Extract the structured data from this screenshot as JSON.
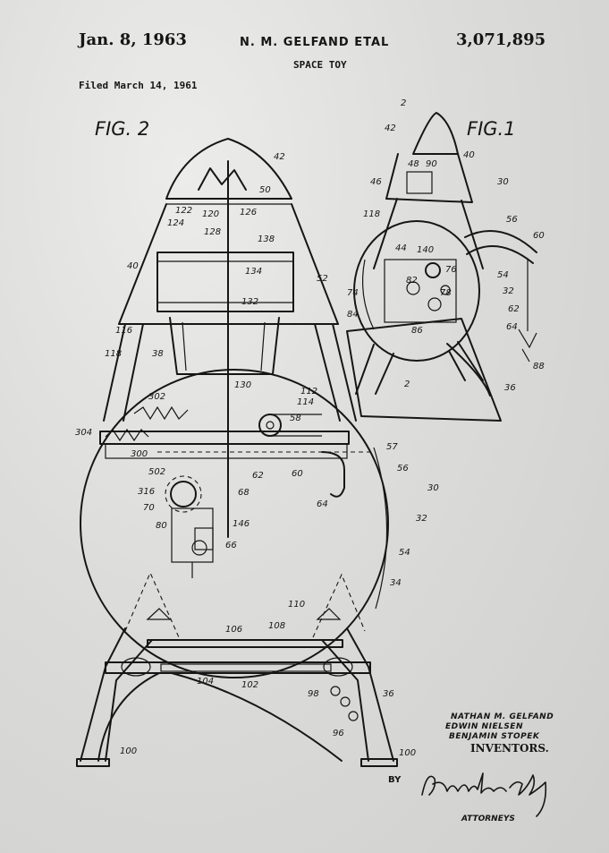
{
  "header": {
    "date": "Jan. 8, 1963",
    "inventors_short": "N. M. GELFAND ETAL",
    "patent_number": "3,071,895",
    "title": "SPACE TOY",
    "filed": "Filed March 14, 1961"
  },
  "figures": {
    "fig2_label": "FIG. 2",
    "fig1_label": "FIG.1"
  },
  "inventors": {
    "names": [
      "NATHAN M. GELFAND",
      "EDWIN NIELSEN",
      "BENJAMIN STOPEK"
    ],
    "label": "INVENTORS."
  },
  "attorneys": {
    "by": "BY",
    "signature": "Amster & Levy",
    "label": "ATTORNEYS"
  },
  "reference_numerals": {
    "fig2": [
      "42",
      "50",
      "122",
      "120",
      "126",
      "124",
      "128",
      "40",
      "138",
      "134",
      "52",
      "132",
      "116",
      "118",
      "38",
      "130",
      "112",
      "114",
      "302",
      "58",
      "304",
      "300",
      "62",
      "60",
      "57",
      "56",
      "502",
      "68",
      "316",
      "70",
      "80",
      "146",
      "64",
      "30",
      "32",
      "66",
      "54",
      "34",
      "110",
      "106",
      "108",
      "104",
      "102",
      "36",
      "98",
      "96",
      "100",
      "100"
    ],
    "fig1": [
      "2",
      "42",
      "40",
      "48",
      "90",
      "46",
      "30",
      "118",
      "56",
      "60",
      "44",
      "140",
      "76",
      "54",
      "82",
      "32",
      "74",
      "78",
      "62",
      "84",
      "86",
      "64",
      "2",
      "36",
      "88"
    ]
  }
}
